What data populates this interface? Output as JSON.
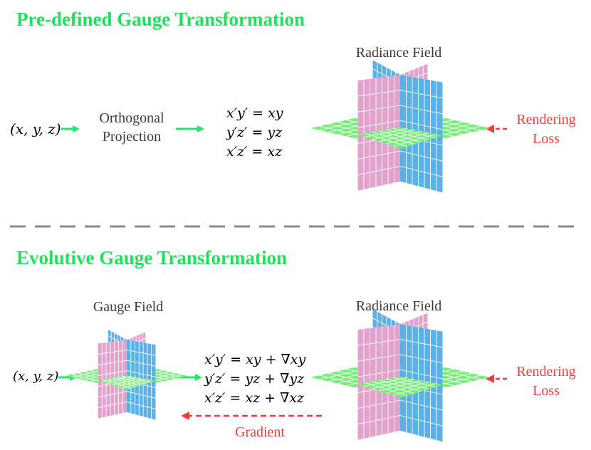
{
  "top": {
    "title": "Pre-defined Gauge Transformation",
    "input": "(x, y, z)",
    "projection": [
      "Orthogonal",
      "Projection"
    ],
    "equations": [
      "x′y′ = xy",
      "y′z′ = yz",
      "x′z′ = xz"
    ],
    "field_label": "Radiance Field",
    "loss": [
      "Rendering",
      "Loss"
    ]
  },
  "bottom": {
    "title": "Evolutive Gauge Transformation",
    "input": "(x, y, z)",
    "gauge_label": "Gauge Field",
    "equations": [
      "x′y′ = xy + ∇xy",
      "y′z′ = yz + ∇yz",
      "x′z′ = xz + ∇xz"
    ],
    "field_label": "Radiance Field",
    "loss": [
      "Rendering",
      "Loss"
    ],
    "gradient": "Gradient"
  },
  "colors": {
    "title_green": "#1fe15a",
    "arrow_green": "#28e36a",
    "red": "#ef3b3b",
    "plane_green": "#77ee7a",
    "plane_blue": "#5bb0e6",
    "plane_pink": "#e1a3cc",
    "divider": "#8a8a8a"
  }
}
